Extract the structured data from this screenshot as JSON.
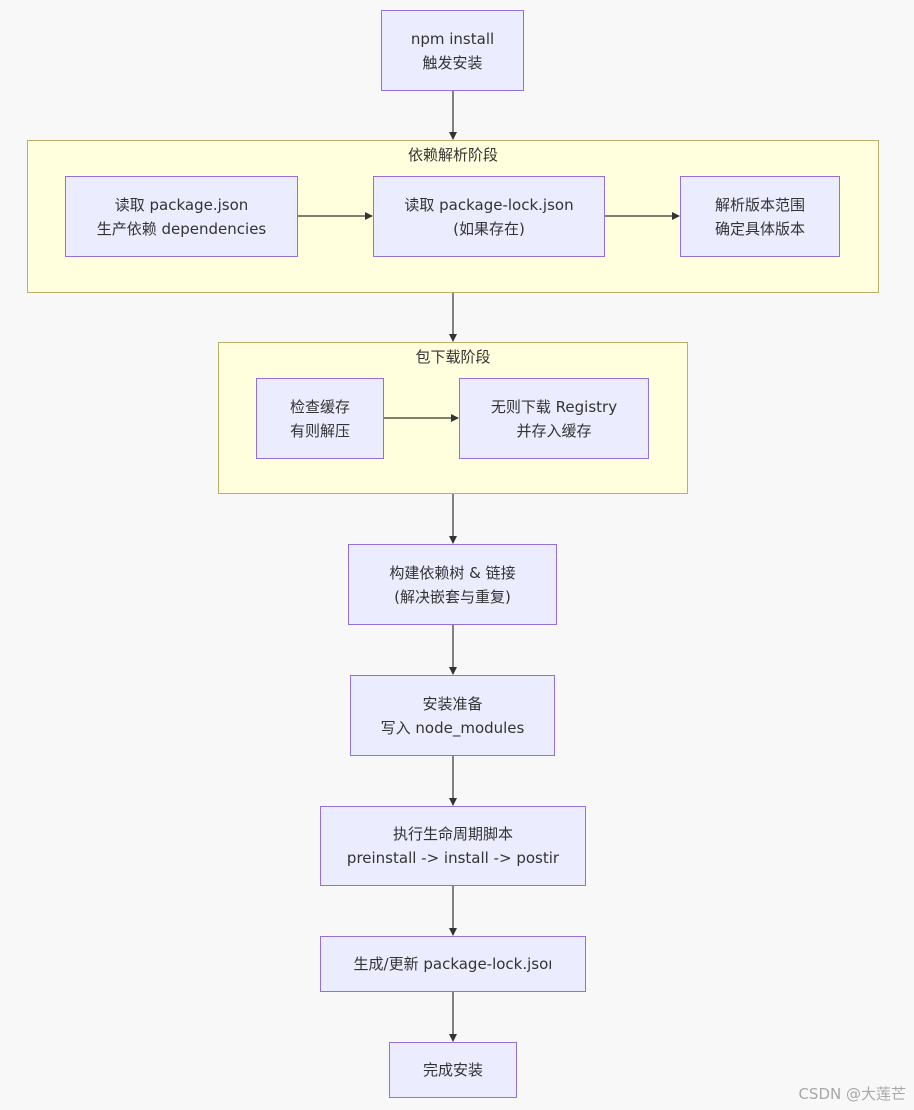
{
  "nodes": {
    "start": {
      "line1": "npm install",
      "line2": "触发安装"
    },
    "read_pkg": {
      "line1": "读取 package.json",
      "line2": "生产依赖 dependencies"
    },
    "read_lock": {
      "line1": "读取 package-lock.json",
      "line2": "(如果存在)"
    },
    "resolve": {
      "line1": "解析版本范围",
      "line2": "确定具体版本"
    },
    "check_cache": {
      "line1": "检查缓存",
      "line2": "有则解压"
    },
    "download": {
      "line1": "无则下载 Registry",
      "line2": "并存入缓存"
    },
    "build_tree": {
      "line1": "构建依赖树 & 链接",
      "line2": "(解决嵌套与重复)"
    },
    "prepare": {
      "line1": "安装准备",
      "line2": "写入 node_modules"
    },
    "lifecycle": {
      "line1": "执行生命周期脚本",
      "line2": "preinstall -> install -> postir"
    },
    "update_lock": {
      "line1": "生成/更新 package-lock.jsoı"
    },
    "done": {
      "line1": "完成安装"
    }
  },
  "clusters": {
    "resolve_stage": {
      "title": "依赖解析阶段"
    },
    "download_stage": {
      "title": "包下载阶段"
    }
  },
  "watermark": "CSDN @大莲芒"
}
